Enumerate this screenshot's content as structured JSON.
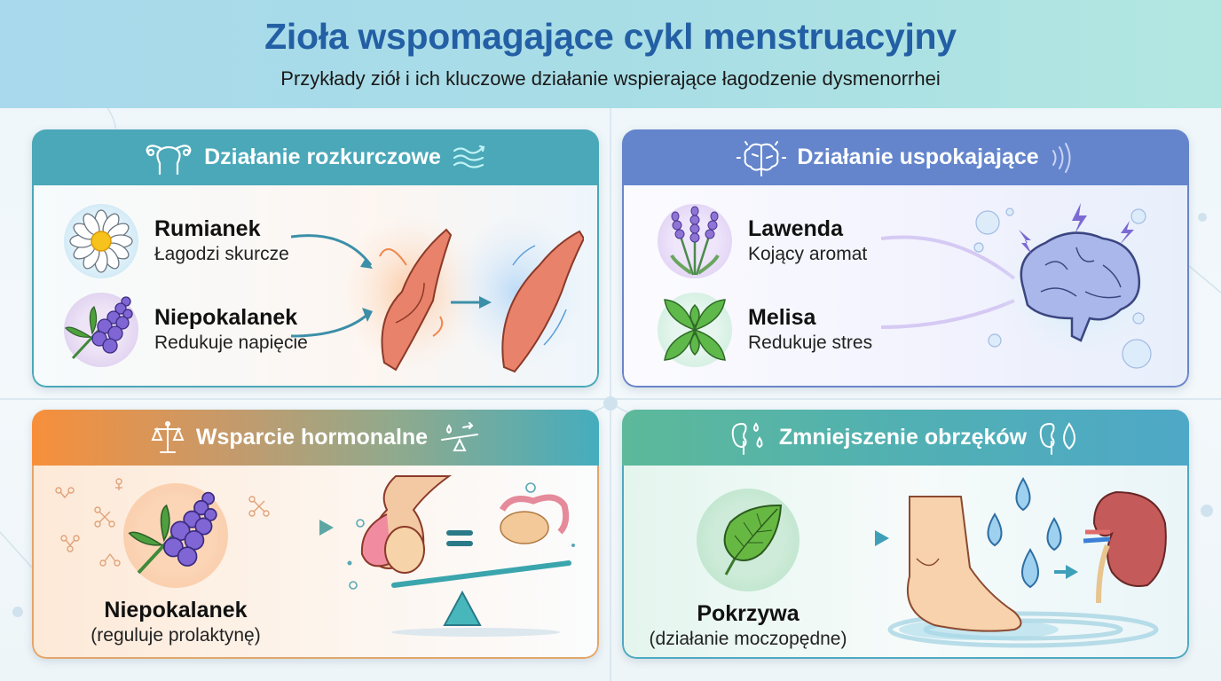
{
  "header": {
    "title": "Zioła wspomagające cykl menstruacyjny",
    "subtitle": "Przykłady ziół i ich kluczowe działanie wspierające łagodzenie dysmenorrhei"
  },
  "colors": {
    "title": "#235fa4",
    "spasmolytic": "#4aa8b8",
    "calming": "#6485cc",
    "hormonal_start": "#f78f3b",
    "hormonal_end": "#45adbd",
    "edema_start": "#5db999",
    "edema_end": "#4ea8c7"
  },
  "cards": [
    {
      "title": "Działanie rozkurczowe",
      "icon_left": "uterus-icon",
      "icon_right": "waves-icon",
      "herbs": [
        {
          "name": "Rumianek",
          "desc": "Łagodzi skurcze",
          "icon": "chamomile-icon"
        },
        {
          "name": "Niepokalanek",
          "desc": "Redukuje napięcie",
          "icon": "chasteberry-icon"
        }
      ],
      "illustration": "muscle-cramp-to-relaxed"
    },
    {
      "title": "Działanie uspokajające",
      "icon_left": "brain-icon",
      "icon_right": "sound-waves-icon",
      "herbs": [
        {
          "name": "Lawenda",
          "desc": "Kojący aromat",
          "icon": "lavender-icon"
        },
        {
          "name": "Melisa",
          "desc": "Redukuje stres",
          "icon": "lemon-balm-icon"
        }
      ],
      "illustration": "calm-brain"
    },
    {
      "title": "Wsparcie hormonalne",
      "icon_left": "scales-icon",
      "icon_right": "seesaw-icon",
      "herbs": [
        {
          "name": "Niepokalanek",
          "desc": "(reguluje prolaktynę)",
          "icon": "chasteberry-icon"
        }
      ],
      "illustration": "pituitary-ovary-balance"
    },
    {
      "title": "Zmniejszenie obrzęków",
      "icon_left": "kidney-drops-icon",
      "icon_right": "kidney-drop-icon",
      "herbs": [
        {
          "name": "Pokrzywa",
          "desc": "(działanie moczopędne)",
          "icon": "nettle-leaf-icon"
        }
      ],
      "illustration": "foot-water-kidney"
    }
  ]
}
